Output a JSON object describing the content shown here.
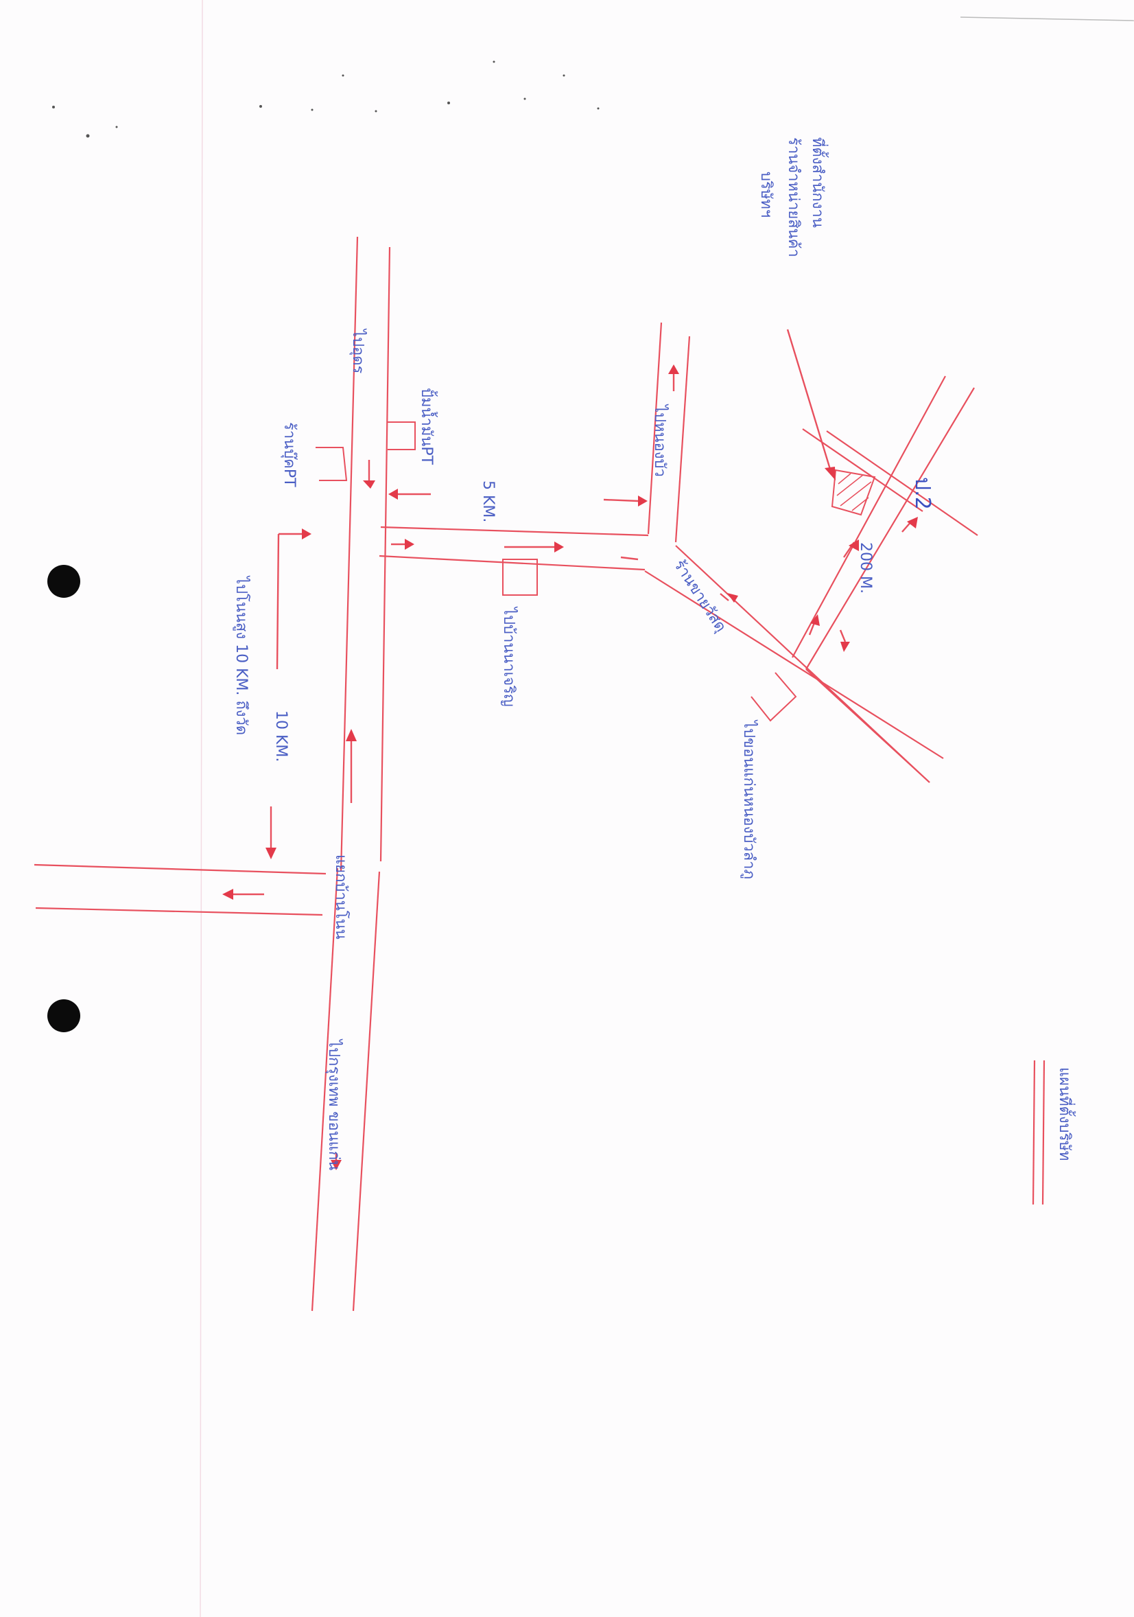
{
  "labels": {
    "road_north_top": "ไปอุดร",
    "shop_left": "ร้านบุ๊คPT",
    "station_right": "ปั้มน้ำมันPT",
    "top_road": "5 KM.",
    "branch_nw": "ไปหนองบัว",
    "front_box": "ไปบ้านนาเจริญ",
    "mid_diag": "ร้านขายวัสดุ",
    "lower_box": "ไปขอนแก่นหนองบัวลำภู",
    "m200": "200 M.",
    "bldg_code": "ป.2",
    "note_line1": "ที่ตั้งสำนักงาน",
    "note_line2": "ร้านจำหน่ายสินค้า",
    "note_line3": "บริษัทฯ",
    "left_note1": "ไปโนนสูง 10 KM. ถึงวัด",
    "left_note2": "10 KM.",
    "main_mid": "แยกบ้านโนน",
    "main_bottom": "ไปกรุงเทพ ขอนแก่น",
    "legend": "แผนที่ตั้งบริษัท"
  },
  "colors": {
    "road": "#e8505e",
    "arrow": "#e33a4a",
    "ink": "#4a5ec4"
  }
}
